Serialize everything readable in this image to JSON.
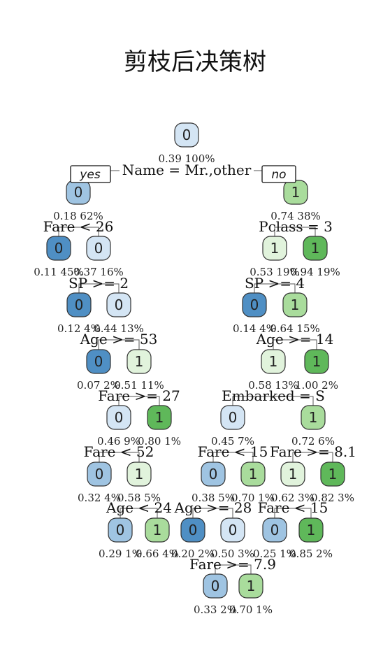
{
  "title": "剪枝后决策树",
  "branch_labels": {
    "yes": "yes",
    "no": "no"
  },
  "colors": {
    "class0_dark": "#4f8fc4",
    "class0_mid": "#9fc4e2",
    "class0_light": "#d4e5f4",
    "class1_light": "#e1f3dc",
    "class1_mid": "#a9dc9c",
    "class1_dark": "#5fb85a",
    "border": "#333333"
  },
  "nodes": [
    {
      "id": "n0",
      "cls": "0",
      "prob": "0.39",
      "pct": "100%",
      "shade": "class0_light"
    },
    {
      "id": "n1",
      "cls": "0",
      "prob": "0.18",
      "pct": "62%",
      "shade": "class0_mid"
    },
    {
      "id": "n2",
      "cls": "1",
      "prob": "0.74",
      "pct": "38%",
      "shade": "class1_mid"
    },
    {
      "id": "n3",
      "cls": "0",
      "prob": "0.11",
      "pct": "45%",
      "shade": "class0_dark"
    },
    {
      "id": "n4",
      "cls": "0",
      "prob": "0.37",
      "pct": "16%",
      "shade": "class0_light"
    },
    {
      "id": "n5",
      "cls": "1",
      "prob": "0.53",
      "pct": "19%",
      "shade": "class1_light"
    },
    {
      "id": "n6",
      "cls": "1",
      "prob": "0.94",
      "pct": "19%",
      "shade": "class1_dark"
    },
    {
      "id": "n7",
      "cls": "0",
      "prob": "0.12",
      "pct": "4%",
      "shade": "class0_dark"
    },
    {
      "id": "n8",
      "cls": "0",
      "prob": "0.44",
      "pct": "13%",
      "shade": "class0_light"
    },
    {
      "id": "n9",
      "cls": "0",
      "prob": "0.14",
      "pct": "4%",
      "shade": "class0_dark"
    },
    {
      "id": "n10",
      "cls": "1",
      "prob": "0.64",
      "pct": "15%",
      "shade": "class1_mid"
    },
    {
      "id": "n11",
      "cls": "0",
      "prob": "0.07",
      "pct": "2%",
      "shade": "class0_dark"
    },
    {
      "id": "n12",
      "cls": "1",
      "prob": "0.51",
      "pct": "11%",
      "shade": "class1_light"
    },
    {
      "id": "n13",
      "cls": "1",
      "prob": "0.58",
      "pct": "13%",
      "shade": "class1_light"
    },
    {
      "id": "n14",
      "cls": "1",
      "prob": "1.00",
      "pct": "2%",
      "shade": "class1_dark"
    },
    {
      "id": "n15",
      "cls": "0",
      "prob": "0.46",
      "pct": "9%",
      "shade": "class0_light"
    },
    {
      "id": "n16",
      "cls": "1",
      "prob": "0.80",
      "pct": "1%",
      "shade": "class1_dark"
    },
    {
      "id": "n17",
      "cls": "0",
      "prob": "0.45",
      "pct": "7%",
      "shade": "class0_light"
    },
    {
      "id": "n18",
      "cls": "1",
      "prob": "0.72",
      "pct": "6%",
      "shade": "class1_mid"
    },
    {
      "id": "n19",
      "cls": "0",
      "prob": "0.32",
      "pct": "4%",
      "shade": "class0_mid"
    },
    {
      "id": "n20",
      "cls": "1",
      "prob": "0.58",
      "pct": "5%",
      "shade": "class1_light"
    },
    {
      "id": "n21",
      "cls": "0",
      "prob": "0.38",
      "pct": "5%",
      "shade": "class0_mid"
    },
    {
      "id": "n22",
      "cls": "1",
      "prob": "0.70",
      "pct": "1%",
      "shade": "class1_mid"
    },
    {
      "id": "n23",
      "cls": "1",
      "prob": "0.62",
      "pct": "3%",
      "shade": "class1_light"
    },
    {
      "id": "n24",
      "cls": "1",
      "prob": "0.82",
      "pct": "3%",
      "shade": "class1_dark"
    },
    {
      "id": "n25",
      "cls": "0",
      "prob": "0.29",
      "pct": "1%",
      "shade": "class0_mid"
    },
    {
      "id": "n26",
      "cls": "1",
      "prob": "0.66",
      "pct": "4%",
      "shade": "class1_mid"
    },
    {
      "id": "n27",
      "cls": "0",
      "prob": "0.20",
      "pct": "2%",
      "shade": "class0_dark"
    },
    {
      "id": "n28",
      "cls": "0",
      "prob": "0.50",
      "pct": "3%",
      "shade": "class0_light"
    },
    {
      "id": "n29",
      "cls": "0",
      "prob": "0.25",
      "pct": "1%",
      "shade": "class0_mid"
    },
    {
      "id": "n30",
      "cls": "1",
      "prob": "0.85",
      "pct": "2%",
      "shade": "class1_dark"
    },
    {
      "id": "n31",
      "cls": "0",
      "prob": "0.33",
      "pct": "2%",
      "shade": "class0_mid"
    },
    {
      "id": "n32",
      "cls": "1",
      "prob": "0.70",
      "pct": "1%",
      "shade": "class1_mid"
    }
  ],
  "splits": [
    {
      "id": "s0",
      "text": "Name = Mr.,other"
    },
    {
      "id": "s1",
      "text": "Fare < 26"
    },
    {
      "id": "s2",
      "text": "Pclass = 3"
    },
    {
      "id": "s3",
      "text": "SP >= 2"
    },
    {
      "id": "s4",
      "text": "SP >= 4"
    },
    {
      "id": "s5",
      "text": "Age >= 53"
    },
    {
      "id": "s6",
      "text": "Age >= 14"
    },
    {
      "id": "s7",
      "text": "Fare >= 27"
    },
    {
      "id": "s8",
      "text": "Embarked = S"
    },
    {
      "id": "s9",
      "text": "Fare < 52"
    },
    {
      "id": "s10",
      "text": "Fare < 15"
    },
    {
      "id": "s11",
      "text": "Fare >= 8.1"
    },
    {
      "id": "s12",
      "text": "Age < 24"
    },
    {
      "id": "s13",
      "text": "Age >= 28"
    },
    {
      "id": "s14",
      "text": "Fare < 15"
    },
    {
      "id": "s15",
      "text": "Fare >= 7.9"
    }
  ]
}
